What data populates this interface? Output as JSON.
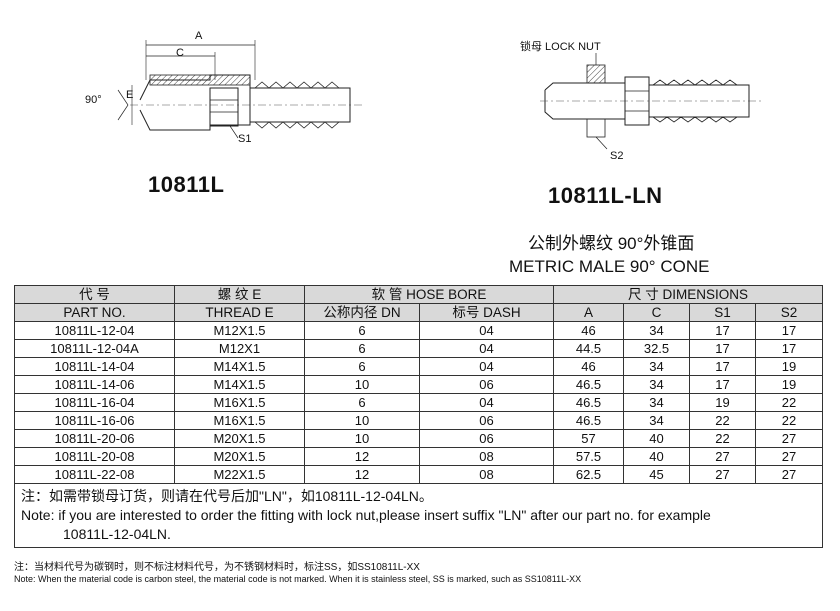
{
  "left_product": {
    "model": "10811L",
    "dim_labels": {
      "A": "A",
      "C": "C",
      "E": "E",
      "angle": "90°",
      "S1": "S1"
    }
  },
  "right_product": {
    "model": "10811L-LN",
    "lock_nut_label": "锁母 LOCK NUT",
    "S2": "S2",
    "subtitle_cn": "公制外螺纹 90°外锥面",
    "subtitle_en": "METRIC MALE 90° CONE"
  },
  "table": {
    "headers": {
      "part_cn": "代 号",
      "part_en": "PART NO.",
      "thread_cn": "螺 纹 E",
      "thread_en": "THREAD E",
      "hose_bore": "软 管 HOSE BORE",
      "dn": "公称内径 DN",
      "dash": "标号 DASH",
      "dimensions": "尺 寸 DIMENSIONS",
      "A": "A",
      "C": "C",
      "S1": "S1",
      "S2": "S2"
    },
    "rows": [
      {
        "part": "10811L-12-04",
        "thread": "M12X1.5",
        "dn": "6",
        "dash": "04",
        "A": "46",
        "C": "34",
        "S1": "17",
        "S2": "17"
      },
      {
        "part": "10811L-12-04A",
        "thread": "M12X1",
        "dn": "6",
        "dash": "04",
        "A": "44.5",
        "C": "32.5",
        "S1": "17",
        "S2": "17"
      },
      {
        "part": "10811L-14-04",
        "thread": "M14X1.5",
        "dn": "6",
        "dash": "04",
        "A": "46",
        "C": "34",
        "S1": "17",
        "S2": "19"
      },
      {
        "part": "10811L-14-06",
        "thread": "M14X1.5",
        "dn": "10",
        "dash": "06",
        "A": "46.5",
        "C": "34",
        "S1": "17",
        "S2": "19"
      },
      {
        "part": "10811L-16-04",
        "thread": "M16X1.5",
        "dn": "6",
        "dash": "04",
        "A": "46.5",
        "C": "34",
        "S1": "19",
        "S2": "22"
      },
      {
        "part": "10811L-16-06",
        "thread": "M16X1.5",
        "dn": "10",
        "dash": "06",
        "A": "46.5",
        "C": "34",
        "S1": "22",
        "S2": "22"
      },
      {
        "part": "10811L-20-06",
        "thread": "M20X1.5",
        "dn": "10",
        "dash": "06",
        "A": "57",
        "C": "40",
        "S1": "22",
        "S2": "27"
      },
      {
        "part": "10811L-20-08",
        "thread": "M20X1.5",
        "dn": "12",
        "dash": "08",
        "A": "57.5",
        "C": "40",
        "S1": "27",
        "S2": "27"
      },
      {
        "part": "10811L-22-08",
        "thread": "M22X1.5",
        "dn": "12",
        "dash": "08",
        "A": "62.5",
        "C": "45",
        "S1": "27",
        "S2": "27"
      }
    ],
    "note_cn": "注：如需带锁母订货，则请在代号后加\"LN\"，如10811L-12-04LN。",
    "note_en_1": "Note: if you are interested to order the fitting with lock nut,please insert suffix \"LN\" after our part no. for example",
    "note_en_2": "10811L-12-04LN."
  },
  "footer": {
    "cn": "注：当材料代号为碳钢时，则不标注材料代号，为不锈钢材料时，标注SS，如SS10811L-XX",
    "en": "Note: When the material code is carbon steel, the material code is not marked. When it is stainless steel, SS is marked, such as SS10811L-XX"
  }
}
